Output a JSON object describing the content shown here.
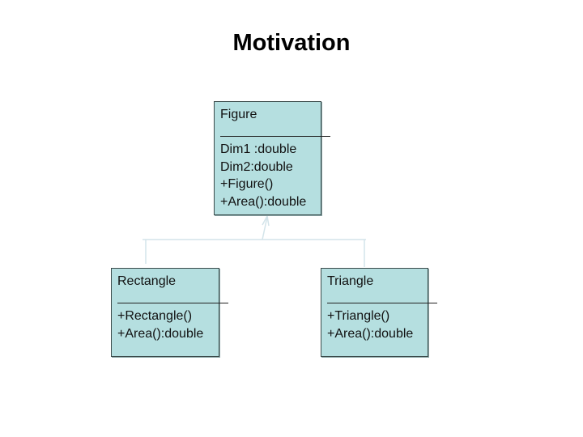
{
  "slide": {
    "title": "Motivation"
  },
  "diagram": {
    "colors": {
      "box_fill": "#b5dfe0",
      "box_border": "#3a4a4a",
      "connector": "#d6e6ec"
    },
    "classes": {
      "figure": {
        "name": "Figure",
        "members": [
          "Dim1 :double",
          "Dim2:double",
          "+Figure()",
          "+Area():double"
        ]
      },
      "rectangle": {
        "name": "Rectangle",
        "members": [
          "+Rectangle()",
          "+Area():double"
        ]
      },
      "triangle": {
        "name": "Triangle",
        "members": [
          "+Triangle()",
          "+Area():double"
        ]
      }
    },
    "relationships": [
      {
        "type": "inheritance",
        "from": "Rectangle",
        "to": "Figure"
      },
      {
        "type": "inheritance",
        "from": "Triangle",
        "to": "Figure"
      }
    ]
  }
}
